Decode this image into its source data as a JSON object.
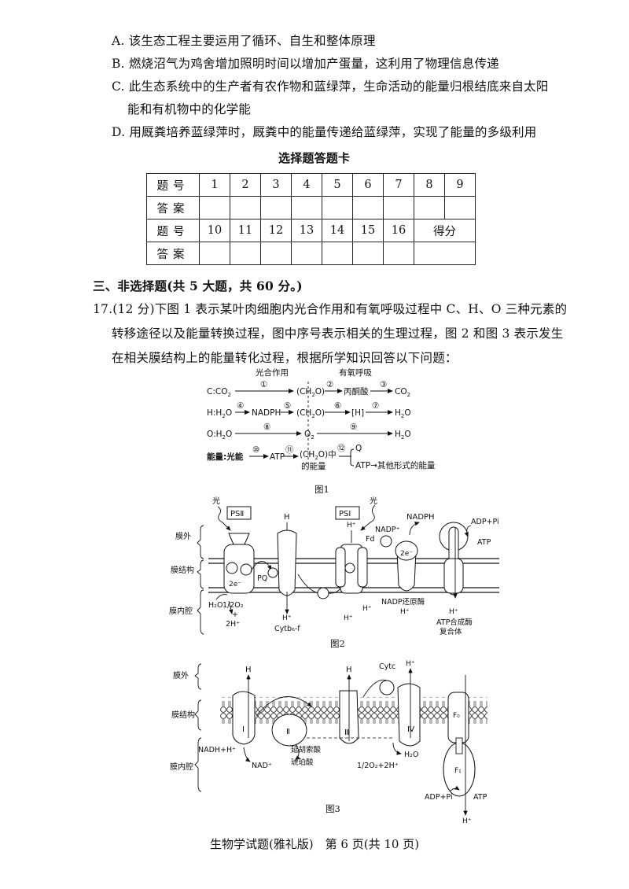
{
  "options": {
    "A": "A. 该生态工程主要运用了循环、自生和整体原理",
    "B": "B. 燃烧沼气为鸡舍增加照明时间以增加产蛋量，这利用了物理信息传递",
    "C1": "C. 此生态系统中的生产者有农作物和蓝绿萍，生命活动的能量归根结底来自太阳",
    "C2": "能和有机物中的化学能",
    "D": "D. 用厩粪培养蓝绿萍时，厩粪中的能量传递给蓝绿萍，实现了能量的多级利用"
  },
  "answer_card": {
    "title": "选择题答题卡",
    "row_label_number": "题号",
    "row_label_answer": "答案",
    "numbers_row1": [
      "1",
      "2",
      "3",
      "4",
      "5",
      "6",
      "7",
      "8",
      "9"
    ],
    "numbers_row2": [
      "10",
      "11",
      "12",
      "13",
      "14",
      "15",
      "16"
    ],
    "score_label": "得分"
  },
  "section3": "三、非选择题(共 5 大题，共 60 分。)",
  "q17": {
    "line1": "17.(12 分)下图 1 表示某叶肉细胞内光合作用和有氧呼吸过程中 C、H、O 三种元素的",
    "line2": "转移途径以及能量转换过程，图中序号表示相关的生理过程，图 2 和图 3 表示发生",
    "line3": "在相关膜结构上的能量转化过程，根据所学知识回答以下问题："
  },
  "fig1": {
    "label": "图1",
    "photosynthesis": "光合作用",
    "respiration": "有氧呼吸",
    "row_c": {
      "head": "C:CO",
      "sub": "2",
      "n1": "①",
      "ch2o": "(CH",
      "ch2o_sub": "2",
      "ch2o_end": "O)",
      "n2": "②",
      "pyruvate": "丙酮酸",
      "n3": "③",
      "co2": "CO",
      "co2_sub": "2"
    },
    "row_h": {
      "head": "H:H",
      "sub": "2",
      "head_end": "O",
      "n4": "④",
      "nadph": "NADPH",
      "n5": "⑤",
      "ch2o": "(CH",
      "ch2o_sub": "2",
      "ch2o_end": "O)",
      "n6": "⑥",
      "h": "[H]",
      "n7": "⑦",
      "h2o": "H",
      "h2o_sub": "2",
      "h2o_end": "O"
    },
    "row_o": {
      "head": "O:H",
      "sub": "2",
      "head_end": "O",
      "n8": "⑧",
      "o2": "O",
      "o2_sub": "2",
      "n9": "⑨",
      "h2o": "H",
      "h2o_sub": "2",
      "h2o_end": "O"
    },
    "row_e": {
      "head": "能量:光能",
      "n10": "⑩",
      "atp": "ATP",
      "n11": "⑪",
      "ch2o": "(CH",
      "ch2o_sub": "2",
      "ch2o_mid": "O)中",
      "n12": "⑫",
      "energy": "的能量",
      "q": "Q",
      "atp_other": "ATP→其他形式的能量"
    }
  },
  "fig2": {
    "label": "图2",
    "light1": "光",
    "light2": "光",
    "psii": "PSⅡ",
    "psi": "PSⅠ",
    "outer": "膜外",
    "membrane": "膜结构",
    "inner": "膜内腔",
    "h_top": "H",
    "h_plus_top": "H⁺",
    "fd": "Fd",
    "nadp": "NADP⁺",
    "nadph": "NADPH",
    "adp_pi": "ADP+Pi",
    "atp": "ATP",
    "e1": "2e⁻",
    "pq": "PQ",
    "e2": "2e⁻",
    "h2o": "H₂O",
    "half_o2": "1/2O₂",
    "plus": "+",
    "two_h": "2H⁺",
    "h_plus_1": "H⁺",
    "cytb6f": "Cytb₆-f",
    "h_plus_2": "H⁺",
    "h_plus_3": "H⁺",
    "nadp_reductase": "NADP还原酶",
    "h_plus_4": "H⁺",
    "h_plus_5": "H⁺",
    "atp_synthase_1": "ATP合成酶",
    "atp_synthase_2": "复合体"
  },
  "fig3": {
    "label": "图3",
    "outer": "膜外",
    "membrane": "膜结构",
    "inner": "膜内腔",
    "h1": "H",
    "h2": "H",
    "cytc": "Cytc",
    "h3": "H⁺",
    "c1": "Ⅰ",
    "c2": "Ⅱ",
    "c3": "Ⅲ",
    "c4": "Ⅳ",
    "f0": "F₀",
    "f1": "F₁",
    "nadh": "NADH+H⁺",
    "nad": "NAD⁺",
    "fumarate": "延胡索酸",
    "succinate": "琥珀酸",
    "half_o2": "1/2O₂+2H⁺",
    "h2o": "H₂O",
    "adp_pi": "ADP+Pi",
    "atp": "ATP",
    "h_bottom": "H⁺"
  },
  "footer": "生物学试题(雅礼版)　第 6 页(共 10 页)"
}
